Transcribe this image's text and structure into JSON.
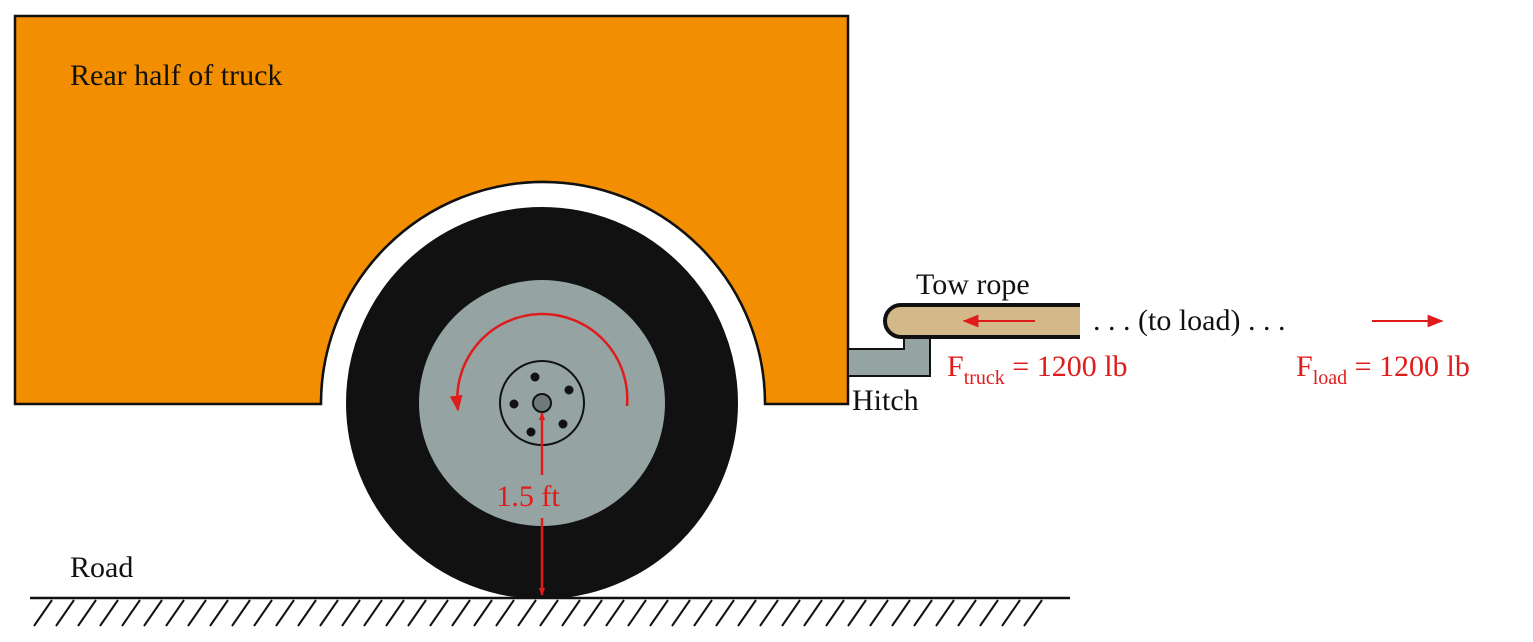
{
  "labels": {
    "truck": "Rear half of truck",
    "road": "Road",
    "tow_rope": "Tow rope",
    "to_load": ". . . (to load) . . .",
    "hitch": "Hitch",
    "radius": "1.5 ft"
  },
  "forces": {
    "truck": {
      "symbol": "F",
      "subscript": "truck",
      "value": " = 1200 lb"
    },
    "load": {
      "symbol": "F",
      "subscript": "load",
      "value": " = 1200 lb"
    }
  },
  "colors": {
    "truck_body": "#F28E00",
    "tire": "#111111",
    "rim": "#95A3A3",
    "rope": "#D3B98A",
    "hitch": "#95A3A3",
    "annotation": "#E01B1B",
    "outline": "#111111"
  }
}
